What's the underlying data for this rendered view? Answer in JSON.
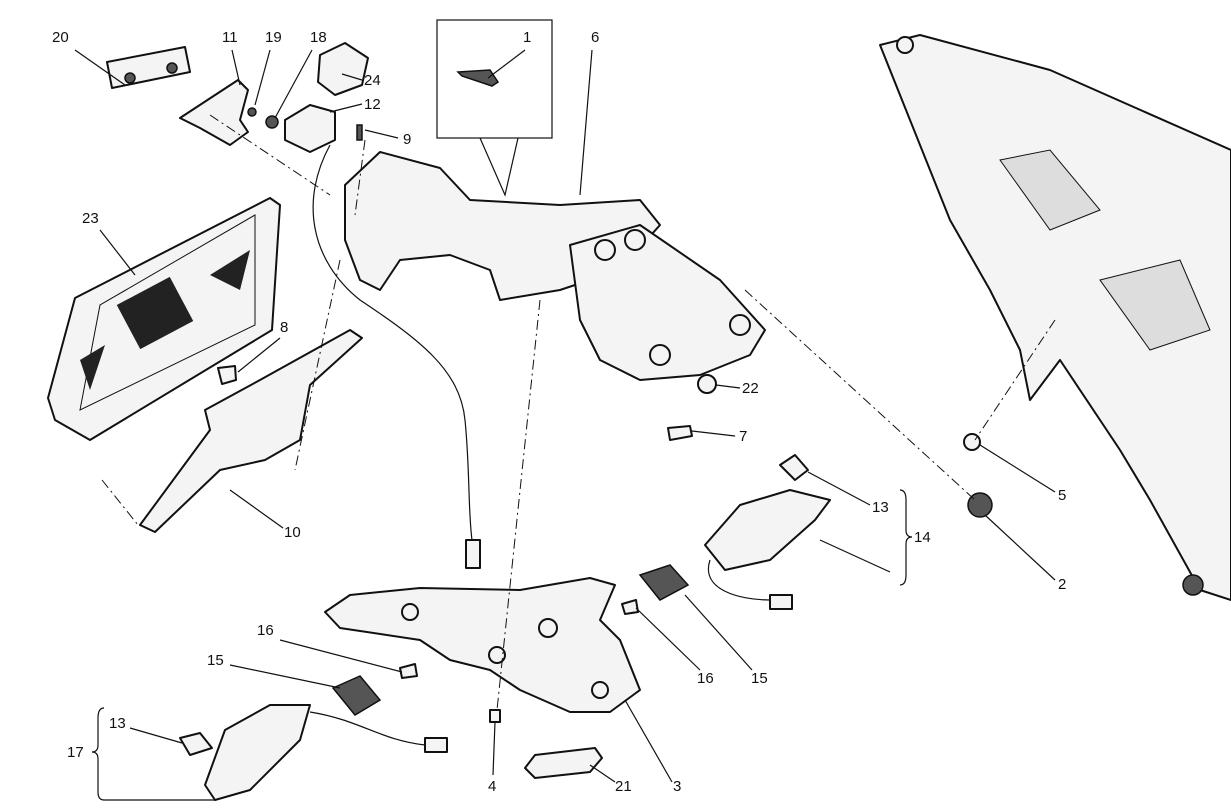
{
  "diagram": {
    "type": "exploded-parts-view",
    "callouts": {
      "c20": "20",
      "c11": "11",
      "c19": "19",
      "c18": "18",
      "c24": "24",
      "c12": "12",
      "c9": "9",
      "c1": "1",
      "c6": "6",
      "c23": "23",
      "c8": "8",
      "c10": "10",
      "c22": "22",
      "c7": "7",
      "c13a": "13",
      "c14": "14",
      "c5": "5",
      "c2": "2",
      "c16a": "16",
      "c15a": "15",
      "c16b": "16",
      "c15b": "15",
      "c13b": "13",
      "c17": "17",
      "c4": "4",
      "c21": "21",
      "c3": "3"
    }
  }
}
